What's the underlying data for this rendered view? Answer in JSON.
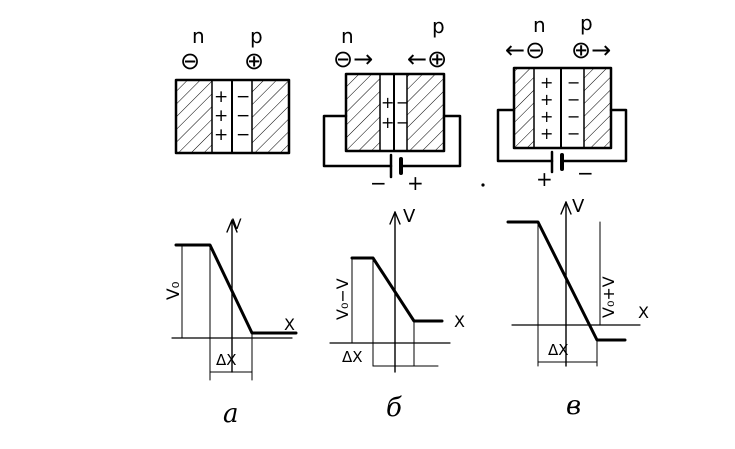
{
  "panels": [
    {
      "id": "a",
      "caption": "а",
      "n_label": "n",
      "p_label": "p",
      "n_symbol": "⊖",
      "p_symbol": "⊕",
      "plus_charges": [
        "+",
        "+",
        "+"
      ],
      "minus_charges": [
        "−",
        "−",
        "−"
      ],
      "axis_v": "V",
      "axis_x": "X",
      "potential_label": "V₀",
      "width_label": "ΔX"
    },
    {
      "id": "b",
      "caption": "б",
      "n_label": "n",
      "p_label": "p",
      "n_symbol": "⊖→",
      "p_symbol": "←⊕",
      "plus_charges": [
        "+",
        "+"
      ],
      "minus_charges": [
        "−",
        "−"
      ],
      "battery_left": "−",
      "battery_right": "+",
      "axis_v": "V",
      "axis_x": "X",
      "potential_label": "V₀−V",
      "width_label": "ΔX"
    },
    {
      "id": "c",
      "caption": "в",
      "n_label": "n",
      "p_label": "p",
      "n_symbol": "←⊖",
      "p_symbol": "⊕→",
      "plus_charges": [
        "+",
        "+",
        "+",
        "+"
      ],
      "minus_charges": [
        "−",
        "−",
        "−",
        "−"
      ],
      "battery_left": "+",
      "battery_right": "−",
      "axis_v": "V",
      "axis_x": "X",
      "potential_label": "V₀+V",
      "width_label": "ΔX"
    }
  ],
  "colors": {
    "ink": "#000000",
    "background": "#ffffff"
  }
}
